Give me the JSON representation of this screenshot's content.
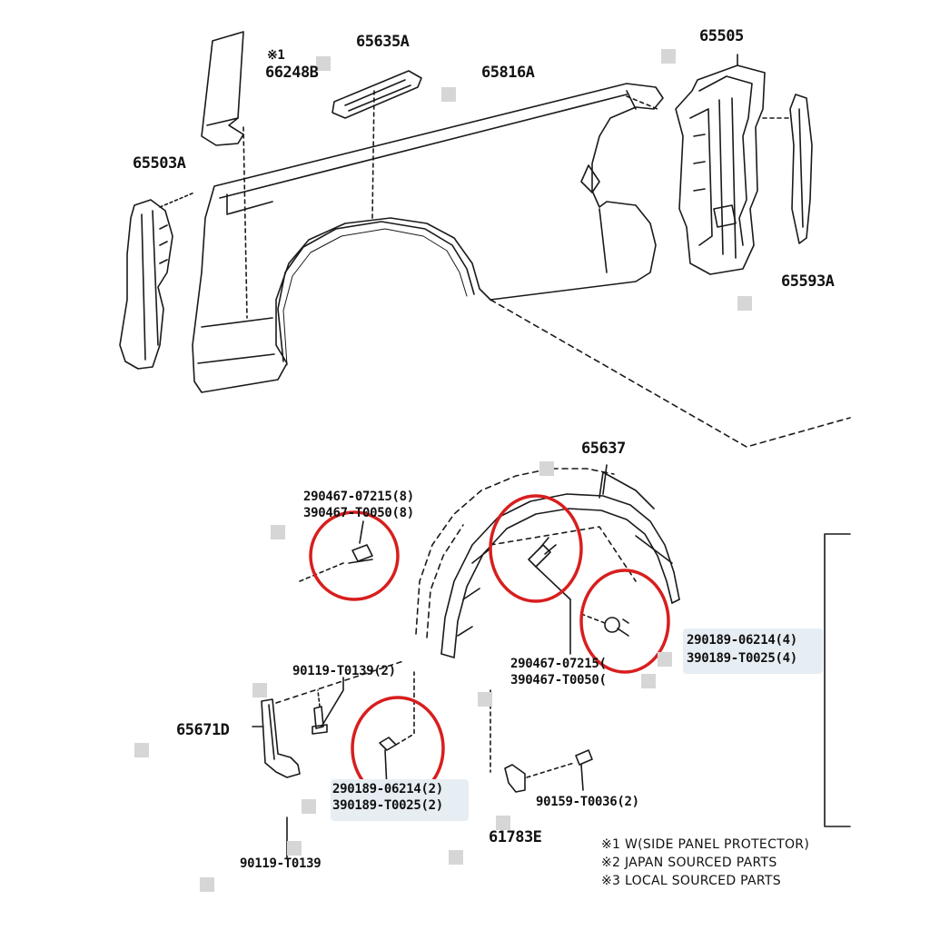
{
  "parts": {
    "p66248b": "66248B",
    "p65635a": "65635A",
    "p65816a": "65816A",
    "p65505": "65505",
    "p65503a": "65503A",
    "p65593a": "65593A",
    "p65637": "65637",
    "p65671d": "65671D",
    "p61783e": "61783E"
  },
  "callouts": {
    "note1_marker": "※1",
    "clip_upper_left_a": "290467-07215(8)",
    "clip_upper_left_b": "390467-T0050(8)",
    "clip_center_a": "290467-07215(",
    "clip_center_b": "390467-T0050(",
    "screw_right_a": "290189-06214(4)",
    "screw_right_b": "390189-T0025(4)",
    "bolt_upper": "90119-T0139(2)",
    "screw_lower_a": "290189-06214(2)",
    "screw_lower_b": "390189-T0025(2)",
    "bolt_right": "90159-T0036(2)",
    "bolt_bottom": "90119-T0139"
  },
  "notes": [
    "※1 W(SIDE PANEL PROTECTOR)",
    "※2 JAPAN SOURCED PARTS",
    "※3 LOCAL SOURCED PARTS"
  ],
  "colors": {
    "line": "#1a1a1a",
    "highlight_circle": "#d81e1e",
    "label_highlight": "#e6edf3"
  }
}
